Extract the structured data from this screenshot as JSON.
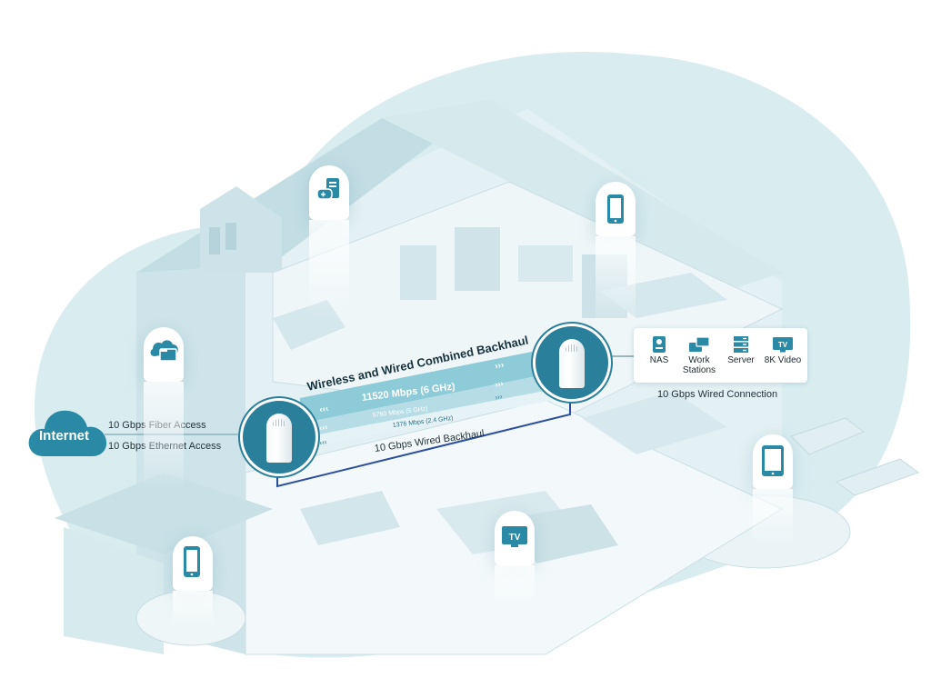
{
  "internet": {
    "label": "Internet"
  },
  "access": {
    "fiber": "10 Gbps Fiber Access",
    "ethernet": "10 Gbps Ethernet Access"
  },
  "backhaul": {
    "title": "Wireless and Wired Combined Backhaul",
    "band_6ghz": "11520 Mbps (6 GHz)",
    "band_5ghz": "5760 Mbps (5 GHz)",
    "band_24ghz": "1376 Mbps (2.4 GHz)",
    "wired": "10 Gbps Wired Backhaul"
  },
  "wired_devices": {
    "items": [
      {
        "label": "NAS",
        "icon": "nas-icon"
      },
      {
        "label": "Work Stations",
        "icon": "workstation-icon"
      },
      {
        "label": "Server",
        "icon": "server-icon"
      },
      {
        "label": "8K Video",
        "icon": "tv-icon"
      }
    ],
    "connection_label": "10 Gbps Wired Connection"
  },
  "client_icons": [
    "game-console-icon",
    "tablet-icon",
    "cloud-folder-icon",
    "phone-icon",
    "tv-icon"
  ],
  "tv_icon_text": "TV",
  "colors": {
    "accent": "#2a7f9b",
    "light_teal": "#d6ebef",
    "band_6ghz": "#8ecbd8",
    "band_5ghz": "#b6dde6",
    "wire": "#2b4e9e"
  }
}
